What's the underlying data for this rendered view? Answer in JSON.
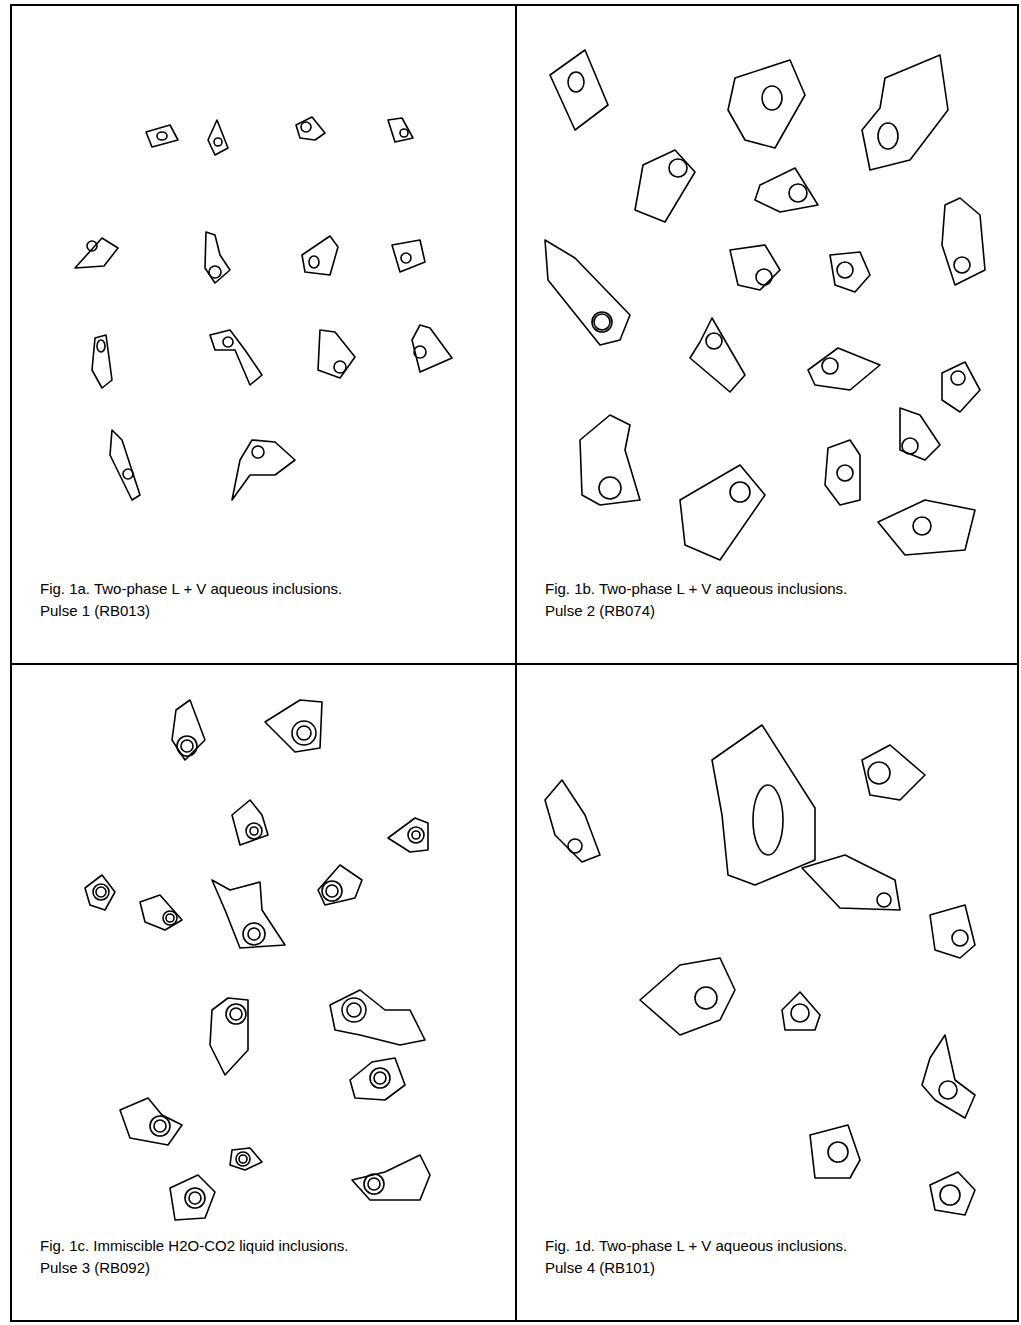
{
  "diagram": {
    "nodes": [
      {
        "text": [
          "Fig. 1a. Two-phase L + V aqueous inclusions.",
          "Pulse 1 (RB013)"
        ]
      },
      {
        "text": [
          "Fig. 1b. Two-phase L + V aqueous inclusions.",
          "Pulse 2 (RB074)"
        ]
      },
      {
        "text": [
          "Fig. 1c. Immiscible H2O-CO2 liquid inclusions.",
          "Pulse 3 (RB092)"
        ]
      },
      {
        "text": [
          "Fig. 1d. Two-phase L + V aqueous inclusions.",
          "Pulse 4 (RB101)"
        ]
      }
    ]
  }
}
